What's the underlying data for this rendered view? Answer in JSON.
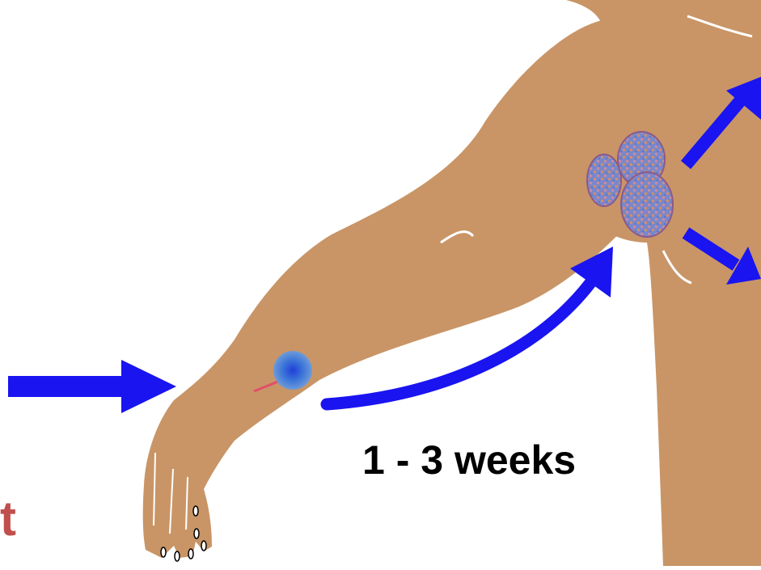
{
  "diagram": {
    "caption": "1 - 3 weeks",
    "cropped_text_fragment": "t",
    "colors": {
      "skin": "#c99566",
      "arrow": "#1a14f0",
      "lymph_node_fill": "#7b87c9",
      "lymph_node_outline": "#8a5a8a",
      "lesion": "#2b6bd6",
      "scratch": "#e0506a",
      "fragment_text": "#c0504d"
    },
    "icons": [
      "arm-silhouette",
      "torso-silhouette",
      "inoculation-lesion",
      "swollen-lymph-node",
      "scratch-mark",
      "direction-arrow",
      "curved-arrow"
    ]
  }
}
